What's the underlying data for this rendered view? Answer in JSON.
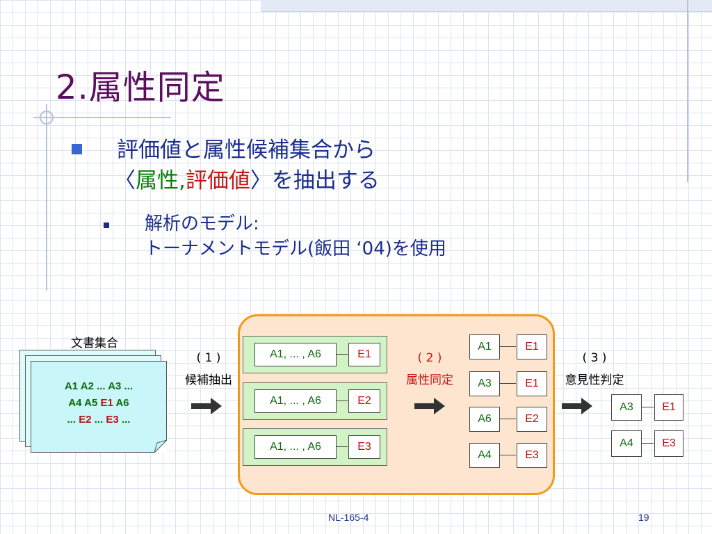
{
  "slide": {
    "title": "2.属性同定",
    "bullet1": {
      "line1": "評価値と属性候補集合から",
      "line2_open": "〈",
      "line2_attr": "属性",
      "line2_comma": ",",
      "line2_value": "評価値",
      "line2_rest": "〉を抽出する"
    },
    "bullet2": {
      "line1": "解析のモデル:",
      "line2": "トーナメントモデル(飯田 ‘04)を使用"
    }
  },
  "diagram": {
    "doc_label": "文書集合",
    "doc_lines": {
      "l1": "A1 A2 ... A3 ...",
      "l2a": "A4  A5  ",
      "l2b": "E1",
      "l2c": "  A6",
      "l3a": "... ",
      "l3b": "E2",
      "l3c": " ... ",
      "l3d": "E3",
      "l3e": " ..."
    },
    "step1_num": "( 1 )",
    "step1_label": "候補抽出",
    "step2_num": "( 2 )",
    "step2_label": "属性同定",
    "step3_num": "( 3 )",
    "step3_label": "意見性判定",
    "candidates": [
      {
        "attrs": "A1, ... , A6",
        "value": "E1"
      },
      {
        "attrs": "A1, ... , A6",
        "value": "E2"
      },
      {
        "attrs": "A1, ... , A6",
        "value": "E3"
      }
    ],
    "pairs_identified": [
      {
        "attr": "A1",
        "value": "E1"
      },
      {
        "attr": "A3",
        "value": "E1"
      },
      {
        "attr": "A6",
        "value": "E2"
      },
      {
        "attr": "A4",
        "value": "E3"
      }
    ],
    "pairs_opinion": [
      {
        "attr": "A3",
        "value": "E1"
      },
      {
        "attr": "A4",
        "value": "E3"
      }
    ]
  },
  "footer": {
    "center": "NL-165-4",
    "page": "19"
  },
  "colors": {
    "title": "#5b0f5e",
    "text": "#1b2e8c",
    "green": "#0c7d0c",
    "red": "#c81414",
    "orange_border": "#f29a16",
    "orange_fill": "#fde5d0",
    "panel_fill": "#d2f3c6",
    "doc_fill": "#c8f6f9"
  }
}
